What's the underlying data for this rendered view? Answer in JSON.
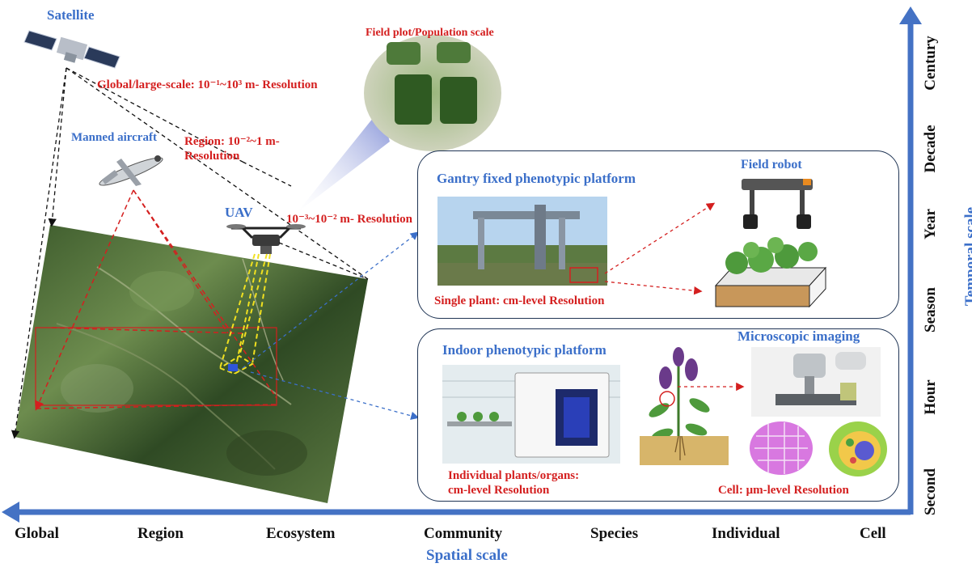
{
  "labels": {
    "satellite": "Satellite",
    "global_res": "Global/large-scale: 10⁻¹~10³ m- Resolution",
    "manned_aircraft": "Manned aircraft",
    "region_res_1": "Region: 10⁻²~1 m-",
    "region_res_2": "Resolution",
    "uav": "UAV",
    "uav_res": "10⁻³~10⁻² m- Resolution",
    "field_plot": "Field plot/Population scale",
    "gantry": "Gantry fixed phenotypic platform",
    "field_robot": "Field robot",
    "single_plant": "Single plant: cm-level Resolution",
    "indoor": "Indoor phenotypic platform",
    "microscopic": "Microscopic imaging",
    "individual_1": "Individual plants/organs:",
    "individual_2": "cm-level Resolution",
    "cell_res": "Cell: μm-level Resolution"
  },
  "spatial_axis": {
    "title": "Spatial scale",
    "ticks": [
      "Global",
      "Region",
      "Ecosystem",
      "Community",
      "Species",
      "Individual",
      "Cell"
    ]
  },
  "temporal_axis": {
    "title": "Temporal scale",
    "ticks": [
      "Second",
      "Hour",
      "Season",
      "Year",
      "Decade",
      "Century"
    ]
  },
  "colors": {
    "axis": "#4472c4",
    "blue_label": "#3b6fc9",
    "red_label": "#d41f1f",
    "panel_border": "#1f3454"
  }
}
